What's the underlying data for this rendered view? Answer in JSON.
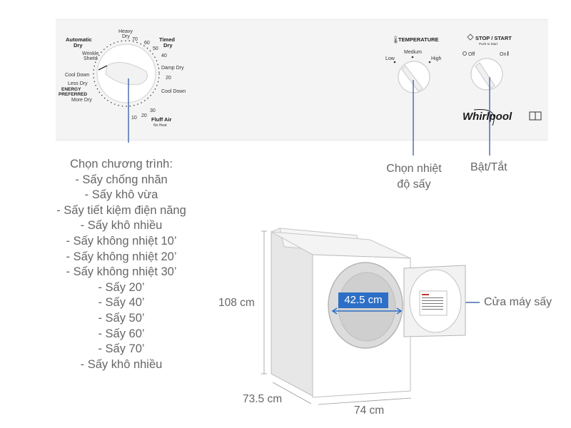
{
  "panel": {
    "program_dial": {
      "top_left": [
        "Automatic",
        "Dry"
      ],
      "top": [
        "Heavy",
        "Dry"
      ],
      "wrinkle": [
        "Wrinkle",
        "Shield"
      ],
      "cool_down": "Cool Down",
      "less_dry": "Less Dry",
      "energy": [
        "ENERGY",
        "PREFERRED"
      ],
      "more_dry": "More Dry",
      "timed_dry": [
        "Timed",
        "Dry"
      ],
      "damp_dry": "Damp Dry",
      "cool_down_right": "Cool Down",
      "fluff_air": "Fluff Air",
      "no_heat": "No Heat",
      "numbers": [
        "70",
        "60",
        "50",
        "40",
        "20",
        "10",
        "20",
        "30"
      ]
    },
    "temperature": {
      "title": "TEMPERATURE",
      "low": "Low",
      "medium": "Medium",
      "high": "High"
    },
    "stop_start": {
      "title": "STOP / START",
      "sub": "Push to Start",
      "off": "Off",
      "on": "On"
    },
    "brand": "Whirlpool"
  },
  "callouts": {
    "program_title": "Chọn chương trình:",
    "program_items": [
      "- Sấy chống nhăn",
      "- Sấy khô vừa",
      "- Sấy tiết kiệm điện năng",
      "- Sấy khô nhiều",
      "- Sấy không nhiệt 10’",
      "- Sấy không nhiệt 20’",
      "- Sấy không nhiệt 30’",
      "- Sấy 20’",
      "- Sấy 40’",
      "- Sấy 50’",
      "- Sấy 60’",
      "- Sấy 70’",
      "- Sấy khô nhiều"
    ],
    "temperature_line1": "Chọn nhiệt",
    "temperature_line2": "độ sấy",
    "power": "Bật/Tắt",
    "door": "Cửa máy sấy"
  },
  "dimensions": {
    "height": "108 cm",
    "depth": "73.5 cm",
    "width": "74 cm",
    "door_opening": "42.5 cm"
  },
  "colors": {
    "accent": "#2d6fc6",
    "leader": "#1f4e9c"
  }
}
